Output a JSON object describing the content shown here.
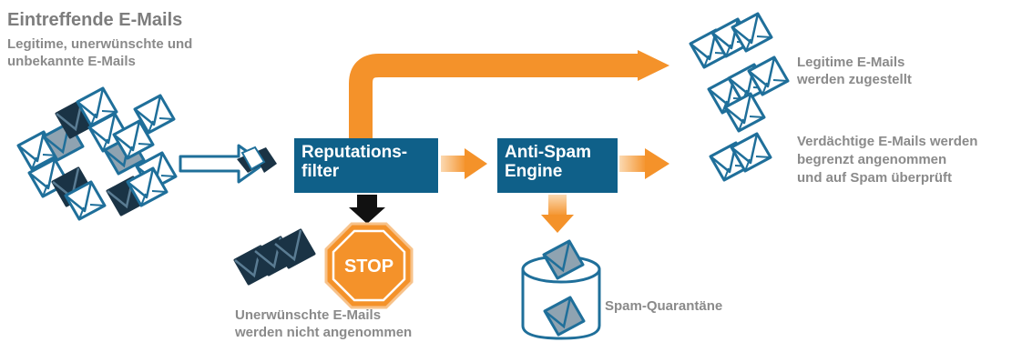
{
  "header": {
    "title": "Eintreffende E-Mails",
    "subtitle_line1": "Legitime, unerwünschte und",
    "subtitle_line2": "unbekannte E-Mails"
  },
  "nodes": {
    "reputation_filter": {
      "line1": "Reputations-",
      "line2": "filter"
    },
    "anti_spam_engine": {
      "line1": "Anti-Spam",
      "line2": "Engine"
    },
    "stop_sign": "STOP"
  },
  "outcomes": {
    "legitimate": {
      "line1": "Legitime E-Mails",
      "line2": "werden zugestellt"
    },
    "suspicious": {
      "line1": "Verdächtige E-Mails werden",
      "line2": "begrenzt angenommen",
      "line3": "und auf Spam überprüft"
    },
    "rejected": {
      "line1": "Unerwünschte E-Mails",
      "line2": "werden nicht angenommen"
    },
    "quarantine": "Spam-Quarantäne"
  },
  "colors": {
    "box_blue": "#0f6089",
    "envelope_blue": "#1f6f9a",
    "envelope_dark": "#1a3345",
    "envelope_gray": "#8fa3b1",
    "orange": "#f4922a",
    "label_gray": "#8a8a8a"
  },
  "icons": [
    "envelope-icon",
    "stop-sign-icon",
    "quarantine-bin-icon",
    "arrow-icon"
  ]
}
